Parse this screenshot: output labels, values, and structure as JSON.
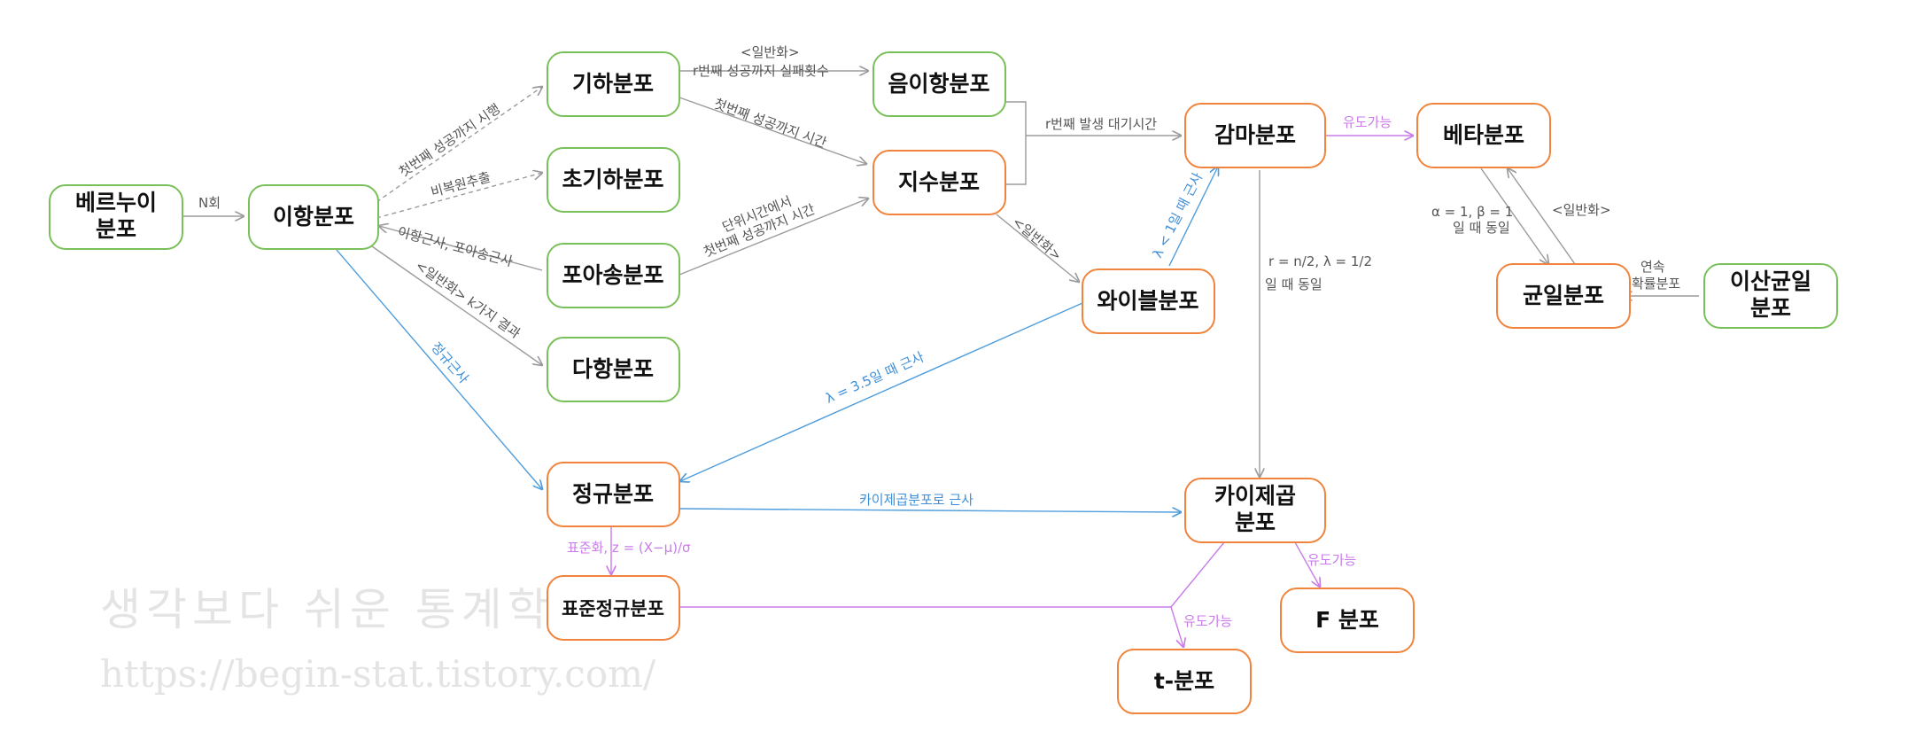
{
  "colors": {
    "green_border": "#7ac05a",
    "orange_border": "#f0843c",
    "gray_edge": "#9b9b9b",
    "blue_edge": "#4e9ddd",
    "purple_edge": "#c97be8"
  },
  "nodes": {
    "bernoulli": [
      "베르누이",
      "분포"
    ],
    "binomial": "이항분포",
    "geometric": "기하분포",
    "hypergeometric": "초기하분포",
    "poisson": "포아송분포",
    "multinomial": "다항분포",
    "negbinomial": "음이항분포",
    "exponential": "지수분포",
    "weibull": "와이블분포",
    "gamma": "감마분포",
    "beta": "베타분포",
    "uniform": "균일분포",
    "discrete_uniform": [
      "이산균일",
      "분포"
    ],
    "normal": "정규분포",
    "std_normal": "표준정규분포",
    "chisq": [
      "카이제곱",
      "분포"
    ],
    "f": "F 분포",
    "t": "t-분포"
  },
  "edge_labels": {
    "bern_binom": "N회",
    "binom_geom": "첫번째 성공까지 시행",
    "binom_hyper": "비복원추출",
    "poisson_binom": "이항근사, 포아송근사",
    "binom_multi": "<일반화> k가지 결과",
    "binom_normal": "정규근사",
    "geom_negbin_top": "<일반화>",
    "geom_negbin_bottom": "r번째 성공까지 실패횟수",
    "geom_exp": "첫번째 성공까지 시간",
    "poisson_exp_1": "단위시간에서",
    "poisson_exp_2": "첫번째 성공까지 시간",
    "to_gamma": "r번째 발생 대기시간",
    "exp_weibull": "<일반화>",
    "weibull_gamma": "λ < 1일 때 근사",
    "weibull_normal": "λ = 3.5일 때 근사",
    "gamma_beta": "유도가능",
    "gamma_chisq_1": "r = n/2, λ = 1/2",
    "gamma_chisq_2": "일 때 동일",
    "beta_uniform_1": "α = 1, β = 1",
    "beta_uniform_2": "일 때 동일",
    "uniform_beta": "<일반화>",
    "discrete_uniform_1": "연속",
    "discrete_uniform_2": "확률분포",
    "normal_chisq": "카이제곱분포로 근사",
    "standardize": "표준화, z = (X−μ)/σ",
    "chisq_f": "유도가능",
    "to_t": "유도가능"
  },
  "watermark": {
    "title": "생각보다 쉬운 통계학",
    "url": "https://begin-stat.tistory.com/"
  }
}
